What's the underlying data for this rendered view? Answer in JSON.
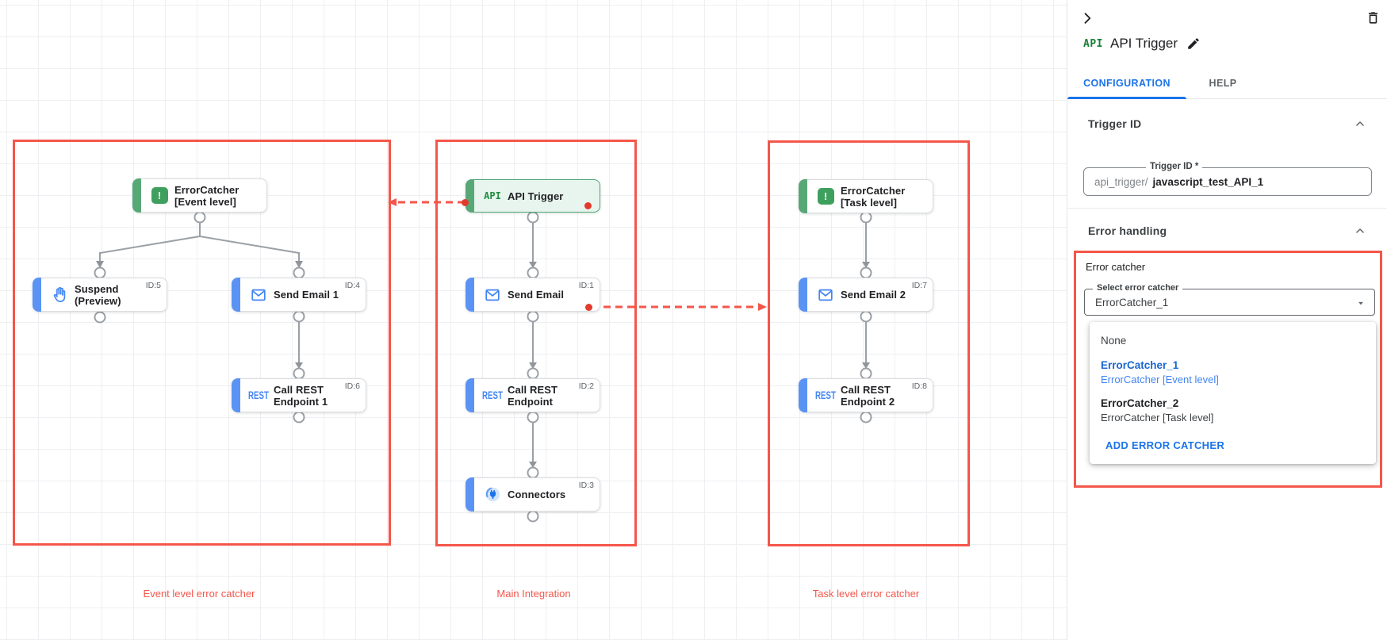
{
  "colors": {
    "highlight_red": "#f4564a",
    "edge_gray": "#9aa0a6",
    "task_blue": "#5b93f5",
    "trigger_green": "#58a877",
    "link_blue": "#1a73e8",
    "error_dot_red": "#e23b2e"
  },
  "canvas": {
    "groups": [
      {
        "label": "Event level error catcher"
      },
      {
        "label": "Main Integration"
      },
      {
        "label": "Task level error catcher"
      }
    ],
    "logos": {
      "api": "API",
      "rest": "REST",
      "error_mark": "!"
    },
    "nodes": [
      {
        "line1": "ErrorCatcher",
        "line2": "[Event level]",
        "id": ""
      },
      {
        "line1": "Suspend",
        "line2": "(Preview)",
        "id": "ID:5"
      },
      {
        "line1": "Send Email 1",
        "line2": "",
        "id": "ID:4"
      },
      {
        "line1": "Call REST",
        "line2": "Endpoint 1",
        "id": "ID:6"
      },
      {
        "line1": "API Trigger",
        "line2": "",
        "id": ""
      },
      {
        "line1": "Send Email",
        "line2": "",
        "id": "ID:1"
      },
      {
        "line1": "Call REST",
        "line2": "Endpoint",
        "id": "ID:2"
      },
      {
        "line1": "Connectors",
        "line2": "",
        "id": "ID:3"
      },
      {
        "line1": "ErrorCatcher",
        "line2": "[Task level]",
        "id": ""
      },
      {
        "line1": "Send Email 2",
        "line2": "",
        "id": "ID:7"
      },
      {
        "line1": "Call REST",
        "line2": "Endpoint 2",
        "id": "ID:8"
      }
    ]
  },
  "panel": {
    "logo": "API",
    "title": "API Trigger",
    "tabs": [
      {
        "label": "CONFIGURATION"
      },
      {
        "label": "HELP"
      }
    ],
    "trigger_id": {
      "heading": "Trigger ID",
      "field_label": "Trigger ID *",
      "prefix": "api_trigger/",
      "value": "javascript_test_API_1"
    },
    "error_handling": {
      "heading": "Error handling",
      "group_label": "Error catcher",
      "select_label": "Select error catcher",
      "select_value": "ErrorCatcher_1",
      "menu": {
        "none": "None",
        "options": [
          {
            "name": "ErrorCatcher_1",
            "desc": "ErrorCatcher [Event level]"
          },
          {
            "name": "ErrorCatcher_2",
            "desc": "ErrorCatcher [Task level]"
          }
        ],
        "add_button": "ADD ERROR CATCHER"
      }
    }
  }
}
